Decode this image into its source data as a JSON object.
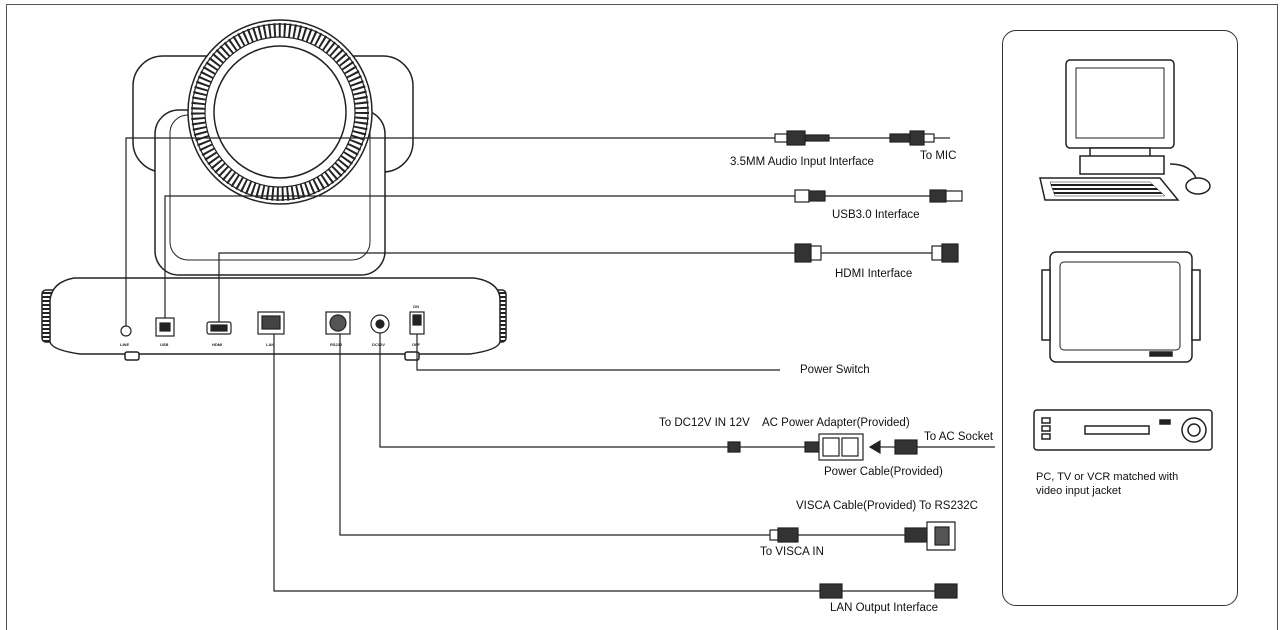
{
  "labels": {
    "audio_input": "3.5MM Audio Input Interface",
    "to_mic": "To MIC",
    "usb": "USB3.0 Interface",
    "hdmi": "HDMI  Interface",
    "power_switch": "Power Switch",
    "to_dc12v": "To DC12V IN 12V",
    "ac_adapter": "AC Power Adapter(Provided)",
    "to_ac_socket": "To AC Socket",
    "power_cable": "Power Cable(Provided)",
    "visca_cable": "VISCA Cable(Provided) To RS232C",
    "to_visca_in": "To VISCA IN",
    "lan_output": "LAN Output Interface"
  },
  "devices_caption": {
    "line1": "PC, TV or VCR matched with",
    "line2": "video input jacket"
  },
  "port_labels": [
    "LINE",
    "USB",
    "HDMI",
    "LAN",
    "RS232",
    "DC12V",
    "OFF"
  ],
  "switch_on_label": "ON"
}
